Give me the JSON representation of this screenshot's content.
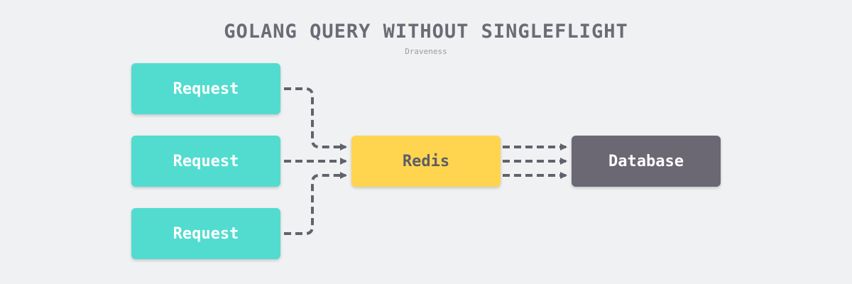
{
  "title": "GOLANG QUERY WITHOUT SINGLEFLIGHT",
  "subtitle": "Draveness",
  "requests": [
    {
      "label": "Request"
    },
    {
      "label": "Request"
    },
    {
      "label": "Request"
    }
  ],
  "redis": {
    "label": "Redis"
  },
  "database": {
    "label": "Database"
  },
  "colors": {
    "background": "#f0f1f3",
    "request": "#52dccf",
    "redis": "#ffd54f",
    "database": "#6b6874",
    "connector": "#63626c",
    "title": "#6b6a75"
  }
}
